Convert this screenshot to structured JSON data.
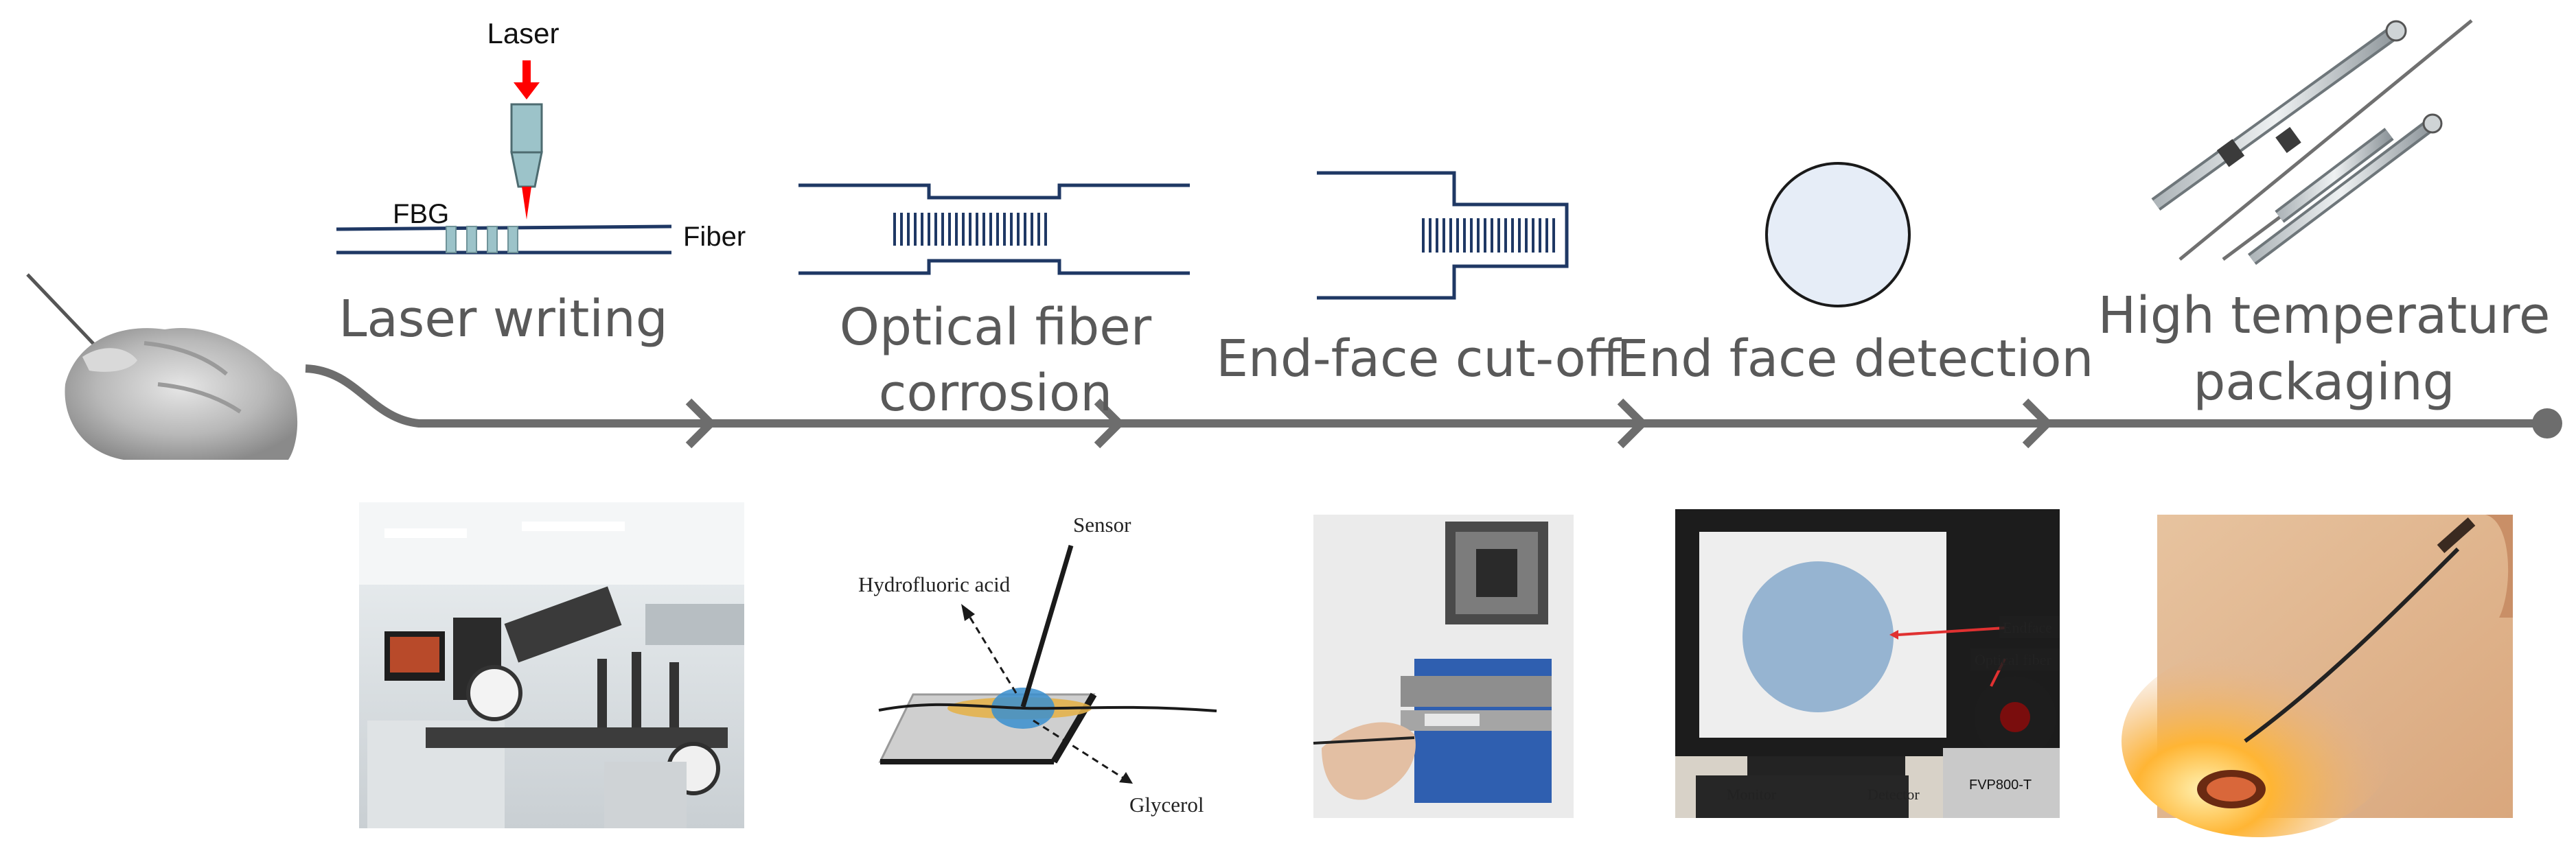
{
  "diagram": {
    "laser_writing": {
      "laser_label": "Laser",
      "fbg_label": "FBG",
      "fiber_label": "Fiber",
      "step_title": "Laser writing"
    },
    "corrosion": {
      "step_title_line1": "Optical fiber",
      "step_title_line2": "corrosion",
      "photo": {
        "sensor_label": "Sensor",
        "hf_label": "Hydrofluoric acid",
        "glycerol_label": "Glycerol"
      }
    },
    "cutoff": {
      "step_title": "End-face cut-off"
    },
    "detection": {
      "step_title": "End face detection",
      "photo": {
        "endface_label": "Endface",
        "optical_fiber_label": "Optical fiber",
        "monitor_label": "Monitor",
        "detector_label": "Detector",
        "brand_label": "FVP800-T"
      }
    },
    "packaging": {
      "step_title_line1": "High temperature",
      "step_title_line2": "packaging"
    }
  },
  "colors": {
    "timeline": "#6d6d6d",
    "fiber_lines": "#1f3864",
    "laser_arrow": "#ff0000",
    "grating": "#9cc3c9",
    "endface_circle": "#e6edf7",
    "text": "#595959"
  }
}
